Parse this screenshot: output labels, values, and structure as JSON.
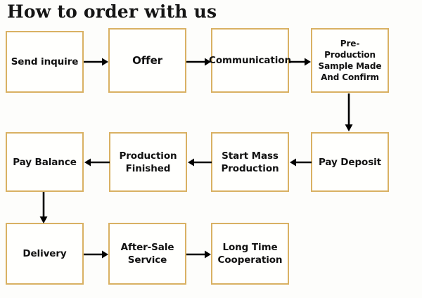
{
  "title": "How to order with us",
  "theme": {
    "box_border": "#d9b163",
    "box_fill": "#fffffd",
    "page_background": "#fdfdfb",
    "text_color": "#111111",
    "arrow_color": "#000000"
  },
  "nodes": [
    {
      "id": "send-inquire",
      "label": "Send inquire",
      "row": 1,
      "col": 1
    },
    {
      "id": "offer",
      "label": "Offer",
      "row": 1,
      "col": 2
    },
    {
      "id": "communication",
      "label": "Communication",
      "row": 1,
      "col": 3
    },
    {
      "id": "pre-production",
      "label": "Pre-Production\nSample Made\nAnd Confirm",
      "row": 1,
      "col": 4
    },
    {
      "id": "pay-deposit",
      "label": "Pay Deposit",
      "row": 2,
      "col": 4
    },
    {
      "id": "start-mass",
      "label": "Start Mass\nProduction",
      "row": 2,
      "col": 3
    },
    {
      "id": "production-done",
      "label": "Production\nFinished",
      "row": 2,
      "col": 2
    },
    {
      "id": "pay-balance",
      "label": "Pay Balance",
      "row": 2,
      "col": 1
    },
    {
      "id": "delivery",
      "label": "Delivery",
      "row": 3,
      "col": 1
    },
    {
      "id": "after-sale",
      "label": "After-Sale\nService",
      "row": 3,
      "col": 2
    },
    {
      "id": "long-time",
      "label": "Long Time\nCooperation",
      "row": 3,
      "col": 3
    }
  ],
  "connectors": [
    {
      "id": "send-inquire-to-offer",
      "from": "send-inquire",
      "to": "offer",
      "direction": "right"
    },
    {
      "id": "offer-to-communication",
      "from": "offer",
      "to": "communication",
      "direction": "right"
    },
    {
      "id": "communication-to-pre-production",
      "from": "communication",
      "to": "pre-production",
      "direction": "right"
    },
    {
      "id": "pre-production-to-pay-deposit",
      "from": "pre-production",
      "to": "pay-deposit",
      "direction": "down"
    },
    {
      "id": "pay-deposit-to-start-mass",
      "from": "pay-deposit",
      "to": "start-mass",
      "direction": "left"
    },
    {
      "id": "start-mass-to-production-done",
      "from": "start-mass",
      "to": "production-done",
      "direction": "left"
    },
    {
      "id": "production-done-to-pay-balance",
      "from": "production-done",
      "to": "pay-balance",
      "direction": "left"
    },
    {
      "id": "pay-balance-to-delivery",
      "from": "pay-balance",
      "to": "delivery",
      "direction": "down"
    },
    {
      "id": "delivery-to-after-sale",
      "from": "delivery",
      "to": "after-sale",
      "direction": "right"
    },
    {
      "id": "after-sale-to-long-time",
      "from": "after-sale",
      "to": "long-time",
      "direction": "right"
    }
  ]
}
